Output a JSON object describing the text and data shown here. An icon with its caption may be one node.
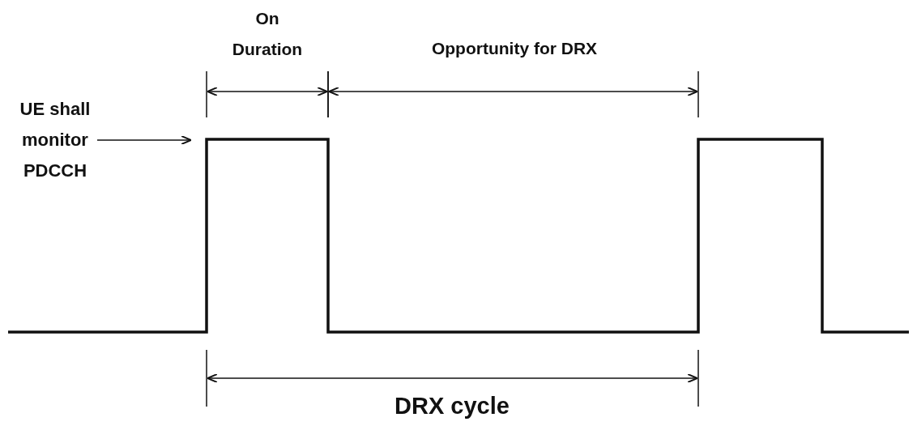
{
  "diagram": {
    "nodes": [
      {
        "text": [
          "UE shall monitor PDCCH"
        ]
      },
      {
        "text": [],
        "shape": "waveform"
      }
    ],
    "edges": [
      {
        "from": 0,
        "to": 1,
        "arrow": "to"
      }
    ],
    "labels": [
      "On Duration",
      "Opportunity for DRX",
      "DRX cycle"
    ]
  }
}
